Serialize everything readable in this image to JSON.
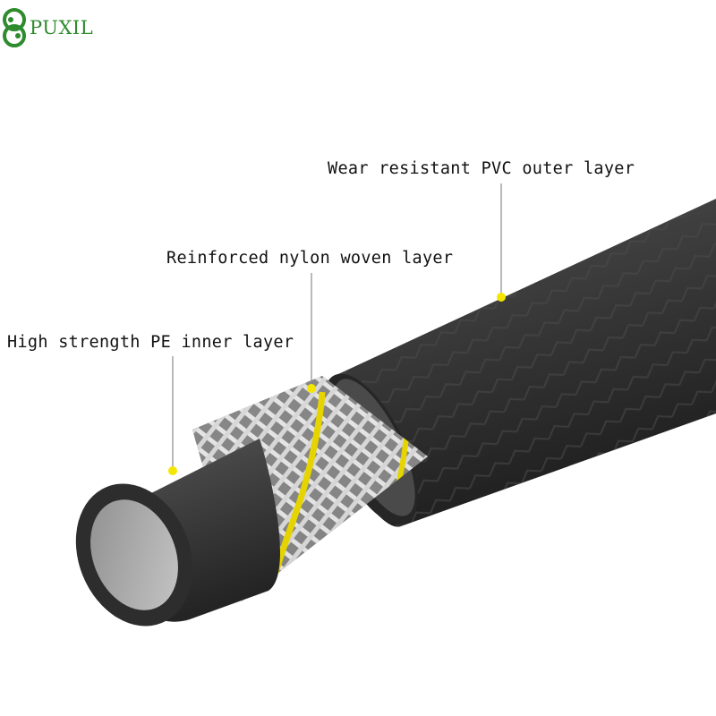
{
  "brand": {
    "name": "PUXIL",
    "logo_icon": "swirl-logo-icon",
    "color": "#2e8b2e"
  },
  "callouts": [
    {
      "id": "outer",
      "label": "Wear resistant PVC outer layer"
    },
    {
      "id": "woven",
      "label": "Reinforced nylon woven layer"
    },
    {
      "id": "inner",
      "label": "High strength PE inner layer"
    }
  ],
  "colors": {
    "hose": "#2f2f2f",
    "mesh": "#e6e6e6",
    "stripe": "#e6d400",
    "marker": "#f5e600"
  }
}
